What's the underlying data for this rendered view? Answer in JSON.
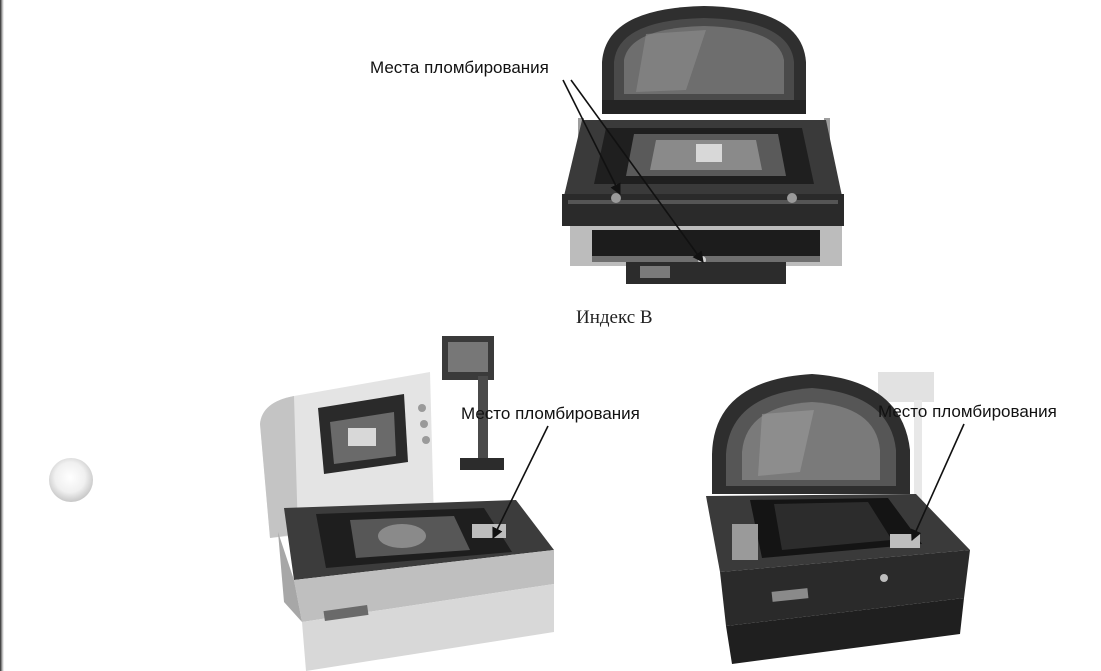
{
  "figure": {
    "top_caption": "Места пломбирования",
    "index_label": "Индекс В",
    "left_caption": "Место пломбирования",
    "right_caption": "Место пломбирования"
  },
  "colors": {
    "device_dark": "#2b2b2b",
    "device_mid": "#6b6b6b",
    "device_light": "#d2d2d2",
    "paper": "#ffffff"
  }
}
